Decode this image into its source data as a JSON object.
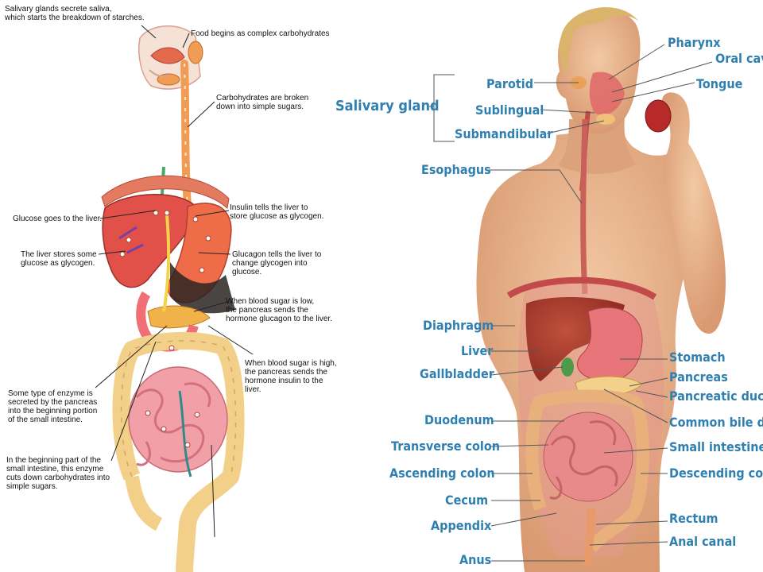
{
  "left_panel": {
    "salivary": "Salivary glands secrete saliva,\nwhich starts the breakdown of starches.",
    "food": "Food begins as complex carbohydrates",
    "carbs": "Carbohydrates are broken\ndown into simple sugars.",
    "glucose_liver": "Glucose goes to the liver.",
    "liver_stores": "The liver stores some\nglucose as glycogen.",
    "insulin_tells": "Insulin tells the liver to\nstore glucose as glycogen.",
    "glucagon_tells": "Glucagon tells the liver to\nchange glycogen into\nglucose.",
    "sugar_low": "When blood sugar is low,\n the pancreas sends the\nhormone glucagon to the liver.",
    "sugar_high": "When blood sugar is high,\n the pancreas sends the\nhormone insulin to the\nliver.",
    "enzyme": "Some type of enzyme is\nsecreted by the pancreas\ninto the beginning portion\nof the small intestine.",
    "beginning": "In the beginning part of the\nsmall intestine, this enzyme\ncuts down carbohydrates into\nsimple sugars."
  },
  "right_panel": {
    "salivary_gland": "Salivary gland",
    "parotid": "Parotid",
    "sublingual": "Sublingual",
    "submandibular": "Submandibular",
    "pharynx": "Pharynx",
    "oral_cavity": "Oral cav",
    "tongue": "Tongue",
    "esophagus": "Esophagus",
    "diaphragm": "Diaphragm",
    "liver": "Liver",
    "gallbladder": "Gallbladder",
    "duodenum": "Duodenum",
    "transverse_colon": "Transverse colon",
    "ascending_colon": "Ascending colon",
    "cecum": "Cecum",
    "appendix": "Appendix",
    "anus": "Anus",
    "stomach": "Stomach",
    "pancreas": "Pancreas",
    "pancreatic_duct": "Pancreatic duct",
    "common_bile_duct": "Common bile du",
    "small_intestine": "Small intestine",
    "descending_colon": "Descending colo",
    "rectum": "Rectum",
    "anal_canal": "Anal canal"
  },
  "colors": {
    "label_blue": "#2f7fb0",
    "skin": "#e9b48c",
    "organ_red": "#d9534a",
    "intestine": "#f2a0a8",
    "colon": "#f3d089"
  }
}
